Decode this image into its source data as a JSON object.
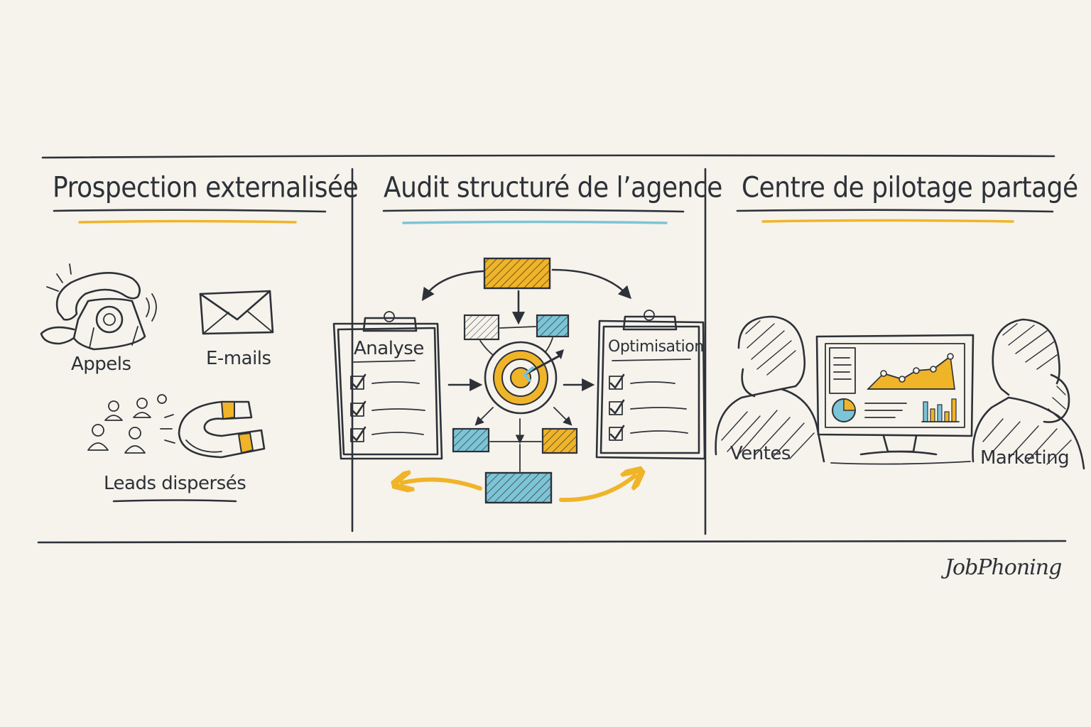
{
  "sections": [
    {
      "title": "Prospection externalisée",
      "labels": {
        "calls": "Appels",
        "emails": "E-mails",
        "leads": "Leads dispersés"
      },
      "icons": [
        "telephone-icon",
        "envelope-icon",
        "people-icon",
        "magnet-icon"
      ]
    },
    {
      "title": "Audit structuré de l’agence",
      "labels": {
        "left_board": "Analyse",
        "right_board": "Optimisation"
      },
      "icons": [
        "clipboard-icon",
        "flowchart-icon",
        "target-icon",
        "clipboard-icon"
      ]
    },
    {
      "title": "Centre de pilotage partagé",
      "labels": {
        "left_person": "Ventes",
        "right_person": "Marketing"
      },
      "icons": [
        "person-icon",
        "dashboard-monitor-icon",
        "person-icon"
      ]
    }
  ],
  "brand": "JobPhoning",
  "colors": {
    "ink": "#2d3138",
    "accent_yellow": "#f0b429",
    "accent_blue": "#7cc4d6",
    "background": "#f6f3ec"
  }
}
